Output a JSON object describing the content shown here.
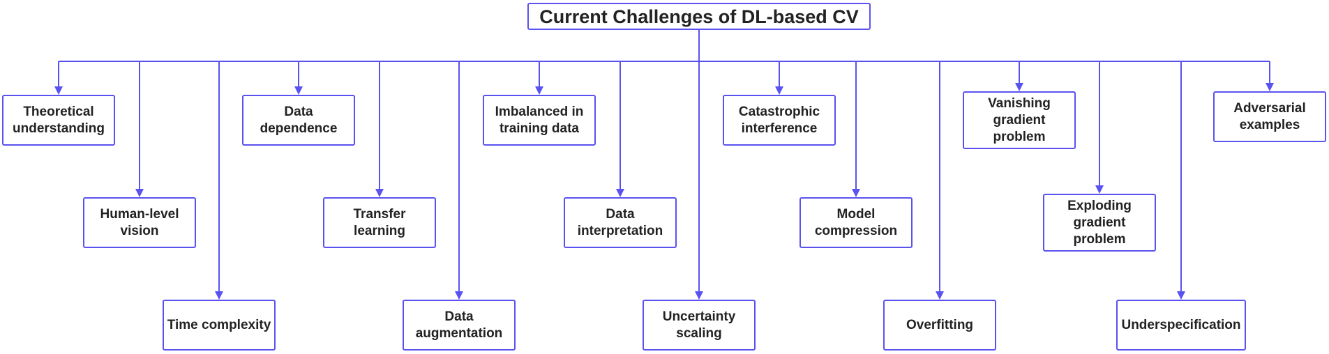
{
  "colors": {
    "line": "#5a52f0",
    "border": "#5a52f0",
    "text": "#222222"
  },
  "root": {
    "label": "Current Challenges of DL-based CV"
  },
  "nodes": [
    {
      "label": "Theoretical understanding"
    },
    {
      "label": "Human-level vision"
    },
    {
      "label": "Time complexity"
    },
    {
      "label": "Data dependence"
    },
    {
      "label": "Transfer learning"
    },
    {
      "label": "Data augmentation"
    },
    {
      "label": "Imbalanced in training data"
    },
    {
      "label": "Data interpretation"
    },
    {
      "label": "Uncertainty scaling"
    },
    {
      "label": "Catastrophic interference"
    },
    {
      "label": "Model compression"
    },
    {
      "label": "Overfitting"
    },
    {
      "label": "Vanishing gradient problem"
    },
    {
      "label": "Exploding gradient problem"
    },
    {
      "label": "Underspecification"
    },
    {
      "label": "Adversarial examples"
    }
  ]
}
